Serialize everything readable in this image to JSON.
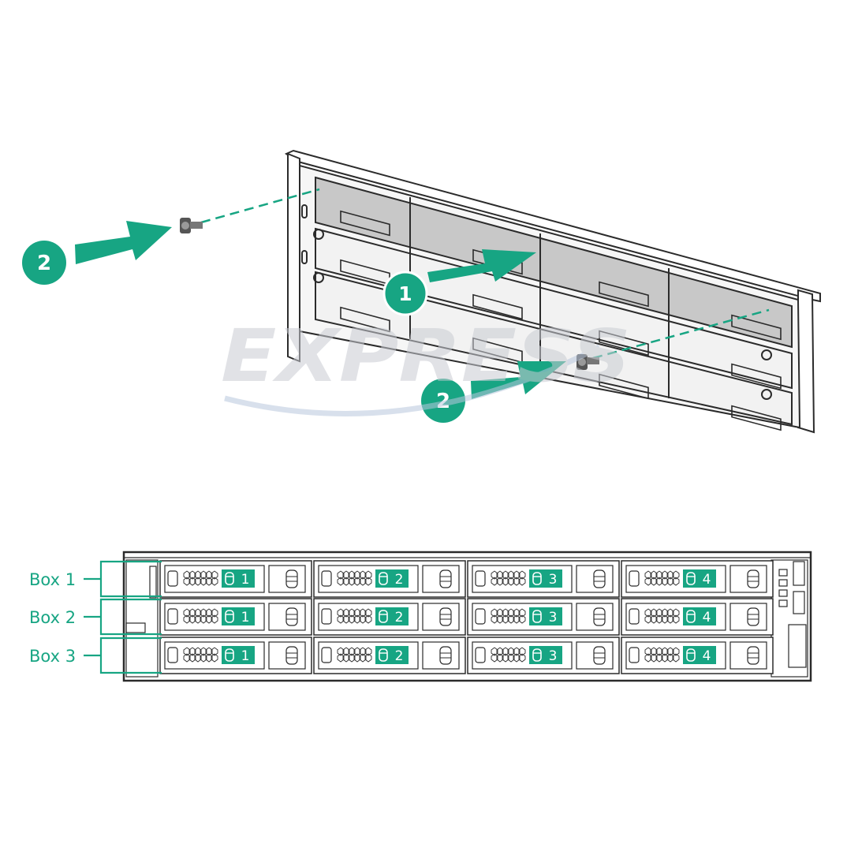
{
  "colors": {
    "accent": "#17a583",
    "accent_dark": "#0f8f70",
    "line": "#2b2b2b",
    "panel_gray": "#c8c8c8",
    "panel_light": "#efefef",
    "watermark": "#c9ccd3"
  },
  "watermark": {
    "text": "EXPRESS"
  },
  "callouts": {
    "step1": "1",
    "step2_left": "2",
    "step2_right": "2"
  },
  "boxes": [
    {
      "label": "Box 1",
      "bays": [
        "1",
        "2",
        "3",
        "4"
      ]
    },
    {
      "label": "Box 2",
      "bays": [
        "1",
        "2",
        "3",
        "4"
      ]
    },
    {
      "label": "Box 3",
      "bays": [
        "1",
        "2",
        "3",
        "4"
      ]
    }
  ],
  "icons": {
    "callout": "numbered-circle-icon",
    "arrow": "insert-arrow-icon",
    "screw": "screw-icon",
    "drive": "drive-cylinder-icon"
  }
}
